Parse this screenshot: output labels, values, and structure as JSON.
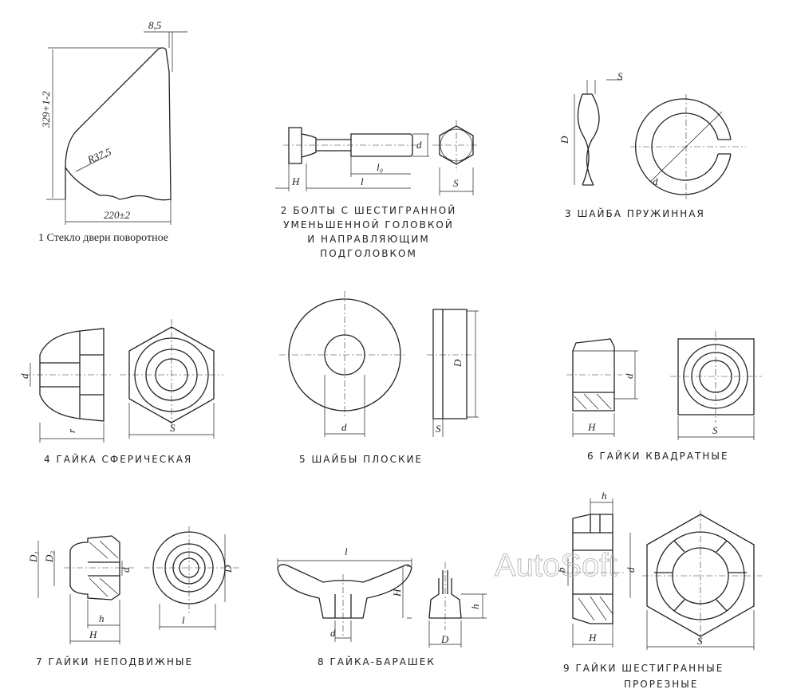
{
  "figures": [
    {
      "caption": "1  Стекло двери поворотное",
      "dims": {
        "top": "8,5",
        "height": "329+1-2",
        "radius": "R37,5",
        "width": "220±2"
      }
    },
    {
      "caption_lines": [
        "2  БОЛТЫ С ШЕСТИГРАННОЙ",
        "УМЕНЬШЕННОЙ ГОЛОВКОЙ",
        "И НАПРАВЛЯЮЩИМ",
        "ПОДГОЛОВКОМ"
      ],
      "dims": {
        "H": "H",
        "l": "l",
        "l0": "l₀",
        "d": "d",
        "S": "S"
      }
    },
    {
      "caption": "3 ШАЙБА ПРУЖИННАЯ",
      "dims": {
        "S": "S",
        "D": "D",
        "d": "d"
      }
    },
    {
      "caption": "4 ГАЙКА СФЕРИЧЕСКАЯ",
      "dims": {
        "d": "d",
        "r": "r",
        "S": "S"
      }
    },
    {
      "caption": "5 ШАЙБЫ ПЛОСКИЕ",
      "dims": {
        "d": "d",
        "S": "S",
        "D": "D"
      }
    },
    {
      "caption": "6 ГАЙКИ КВАДРАТНЫЕ",
      "dims": {
        "d": "d",
        "H": "H",
        "S": "S"
      }
    },
    {
      "caption": "7 ГАЙКИ НЕПОДВИЖНЫЕ",
      "dims": {
        "D1": "D₁",
        "D2": "D₂",
        "d": "d",
        "h": "h",
        "H": "H",
        "l": "l",
        "D": "D"
      }
    },
    {
      "caption": "8 ГАЙКА-БАРАШЕК",
      "dims": {
        "l": "l",
        "H": "H",
        "d": "d",
        "h": "h",
        "D": "D"
      }
    },
    {
      "caption_lines": [
        "9 ГАЙКИ ШЕСТИГРАННЫЕ",
        "ПРОРЕЗНЫЕ"
      ],
      "dims": {
        "h": "h",
        "b": "b",
        "d": "d",
        "H": "H",
        "S": "S"
      }
    }
  ],
  "watermark": "AutoSoft"
}
